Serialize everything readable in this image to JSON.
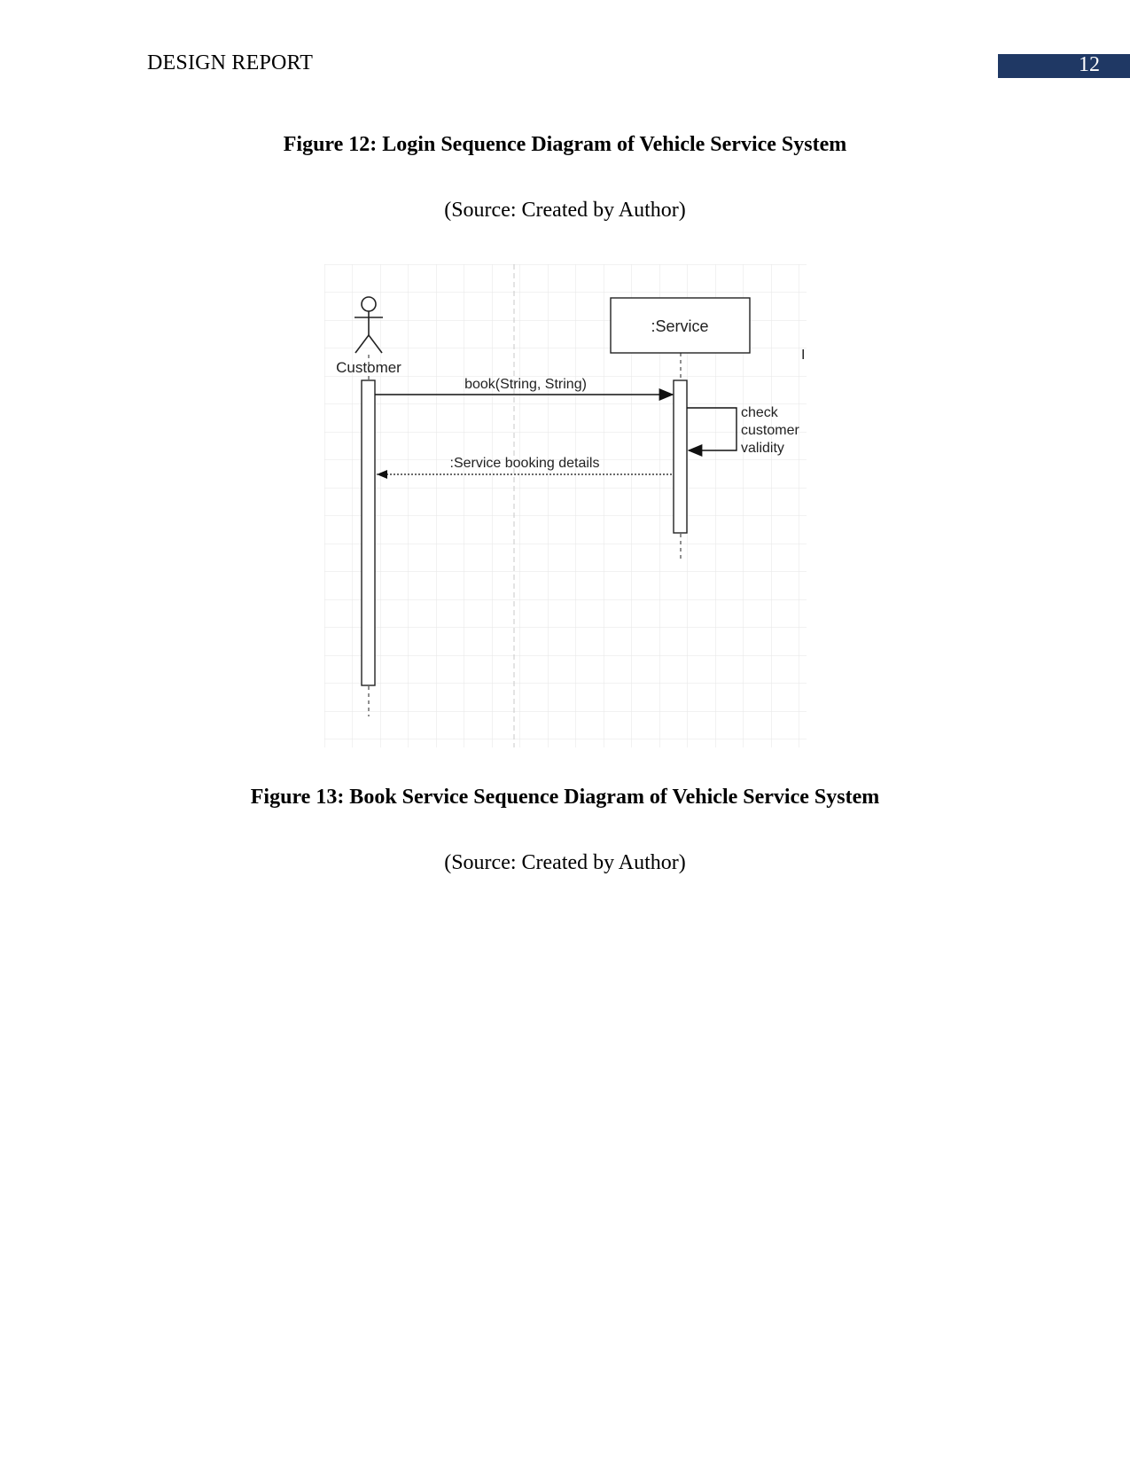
{
  "header": {
    "running_title": "DESIGN REPORT",
    "page_number": "12"
  },
  "figure12": {
    "caption": "Figure 12: Login Sequence Diagram of Vehicle Service System",
    "source": "(Source: Created by Author)"
  },
  "figure13": {
    "caption": "Figure 13: Book Service Sequence Diagram of Vehicle Service System",
    "source": "(Source: Created by Author)",
    "diagram": {
      "actor_label": "Customer",
      "object_label": ":Service",
      "message_call": "book(String, String)",
      "self_call_lines": [
        "check",
        "customer",
        "validity"
      ],
      "return_message": ":Service booking details",
      "edge_fragment": "I"
    }
  },
  "colors": {
    "page_number_bar": "#1f3864",
    "grid": "#e6e6e6",
    "ink": "#222222"
  }
}
